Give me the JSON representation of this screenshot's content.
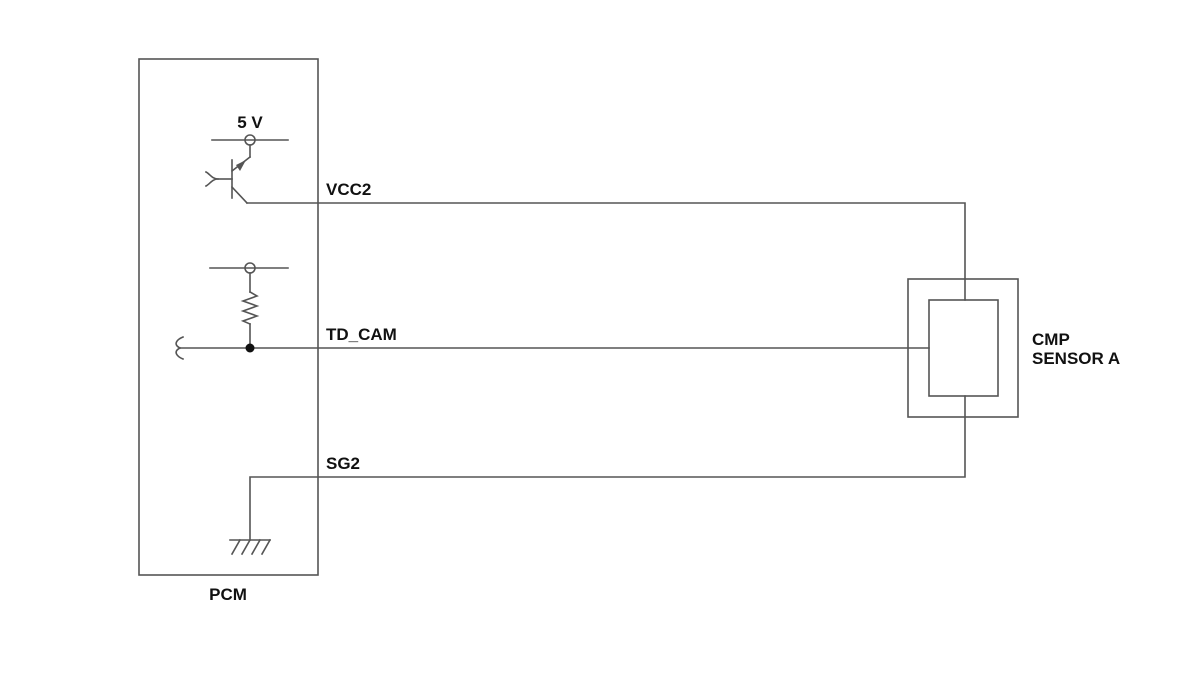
{
  "labels": {
    "supply": "5 V",
    "vcc2": "VCC2",
    "td_cam": "TD_CAM",
    "sg2": "SG2",
    "pcm": "PCM",
    "sensor_line1": "CMP",
    "sensor_line2": "SENSOR A"
  },
  "colors": {
    "line": "#555555",
    "text": "#111111",
    "background": "#ffffff"
  }
}
